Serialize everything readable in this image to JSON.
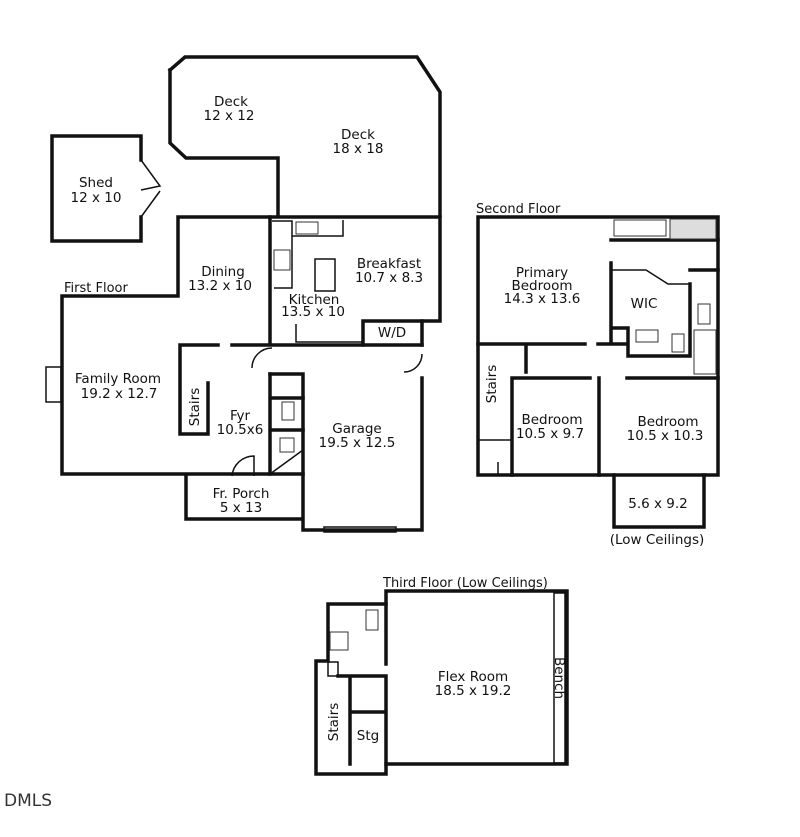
{
  "floors": {
    "first": "First Floor",
    "second": "Second Floor",
    "third": "Third Floor (Low Ceilings)"
  },
  "rooms": {
    "deck1": {
      "name": "Deck",
      "dims": "12 x 12"
    },
    "deck2": {
      "name": "Deck",
      "dims": "18 x 18"
    },
    "shed": {
      "name": "Shed",
      "dims": "12 x 10"
    },
    "dining": {
      "name": "Dining",
      "dims": "13.2 x 10"
    },
    "breakfast": {
      "name": "Breakfast",
      "dims": "10.7 x 8.3"
    },
    "kitchen": {
      "name": "Kitchen",
      "dims": "13.5 x 10"
    },
    "wd": {
      "name": "W/D"
    },
    "family": {
      "name": "Family Room",
      "dims": "19.2 x 12.7"
    },
    "stairs1": {
      "name": "Stairs"
    },
    "fyr": {
      "name": "Fyr",
      "dims": "10.5x6"
    },
    "garage": {
      "name": "Garage",
      "dims": "19.5 x 12.5"
    },
    "porch": {
      "name": "Fr. Porch",
      "dims": "5 x 13"
    },
    "primary": {
      "name1": "Primary",
      "name2": "Bedroom",
      "dims": "14.3 x 13.6"
    },
    "wic": {
      "name": "WIC"
    },
    "stairs2": {
      "name": "Stairs"
    },
    "bed2": {
      "name": "Bedroom",
      "dims": "10.5 x 9.7"
    },
    "bed3": {
      "name": "Bedroom",
      "dims": "10.5 x 10.3"
    },
    "low": {
      "dims": "5.6 x 9.2",
      "note": "(Low Ceilings)"
    },
    "flex": {
      "name": "Flex Room",
      "dims": "18.5 x 19.2"
    },
    "bench": {
      "name": "Bench"
    },
    "stairs3": {
      "name": "Stairs"
    },
    "stg": {
      "name": "Stg"
    }
  },
  "logo": "DMLS"
}
